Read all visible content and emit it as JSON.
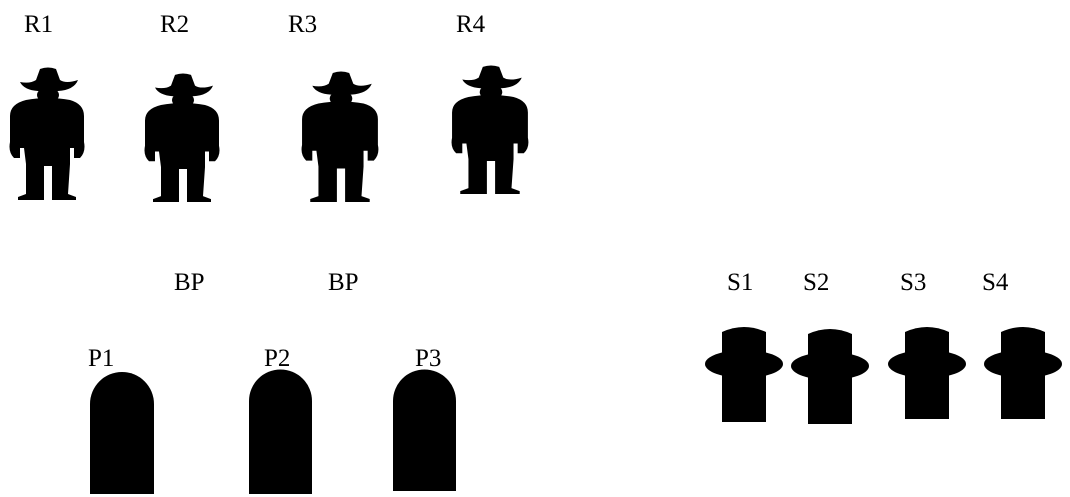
{
  "fill_color": "#000000",
  "background_color": "#ffffff",
  "rifle_group": {
    "icon": "cowboy-silhouette-icon",
    "items": [
      {
        "label": "R1"
      },
      {
        "label": "R2"
      },
      {
        "label": "R3"
      },
      {
        "label": "R4"
      }
    ]
  },
  "bp_labels": [
    "BP",
    "BP"
  ],
  "pistol_group": {
    "icon": "tombstone-target-icon",
    "items": [
      {
        "label": "P1"
      },
      {
        "label": "P2"
      },
      {
        "label": "P3"
      }
    ]
  },
  "shotgun_group": {
    "icon": "knockdown-target-icon",
    "items": [
      {
        "label": "S1"
      },
      {
        "label": "S2"
      },
      {
        "label": "S3"
      },
      {
        "label": "S4"
      }
    ]
  }
}
